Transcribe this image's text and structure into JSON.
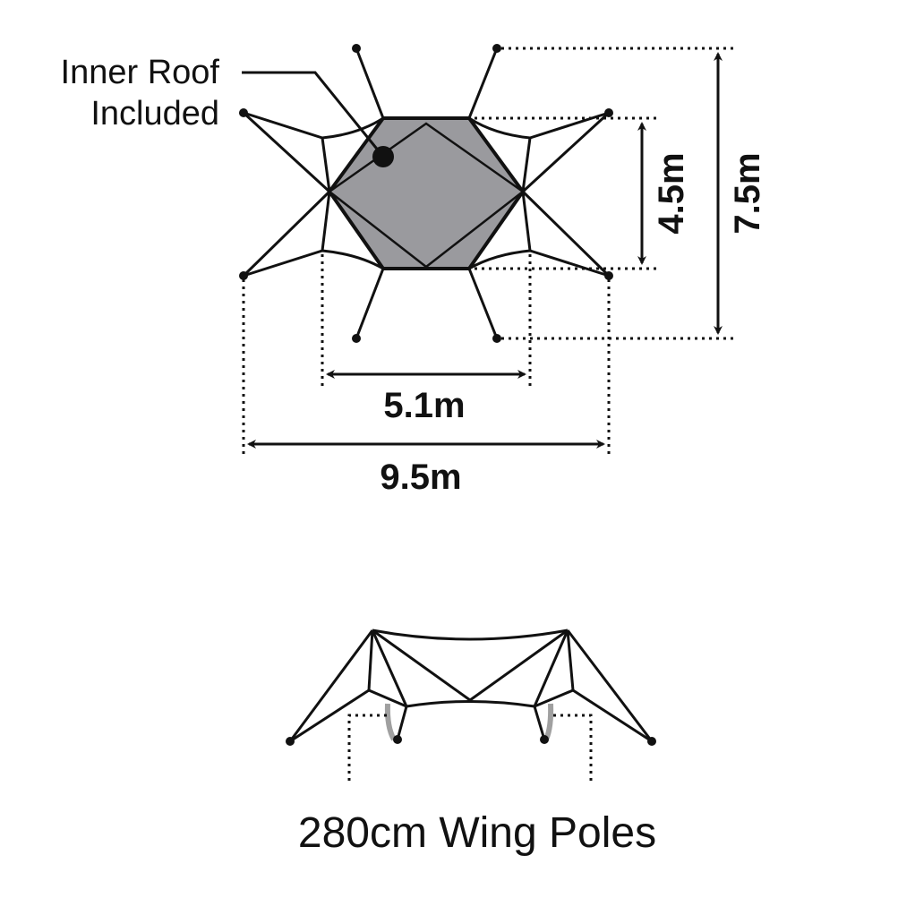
{
  "top_view": {
    "callout": {
      "line1": "Inner Roof",
      "line2": "Included"
    },
    "dimensions": {
      "inner_height": "4.5m",
      "outer_height": "7.5m",
      "inner_width": "5.1m",
      "outer_width": "9.5m"
    },
    "colors": {
      "fill": "#9a9a9e",
      "line": "#111111"
    }
  },
  "side_view": {
    "caption": "280cm Wing Poles",
    "pole_color": "#a0a0a0"
  }
}
